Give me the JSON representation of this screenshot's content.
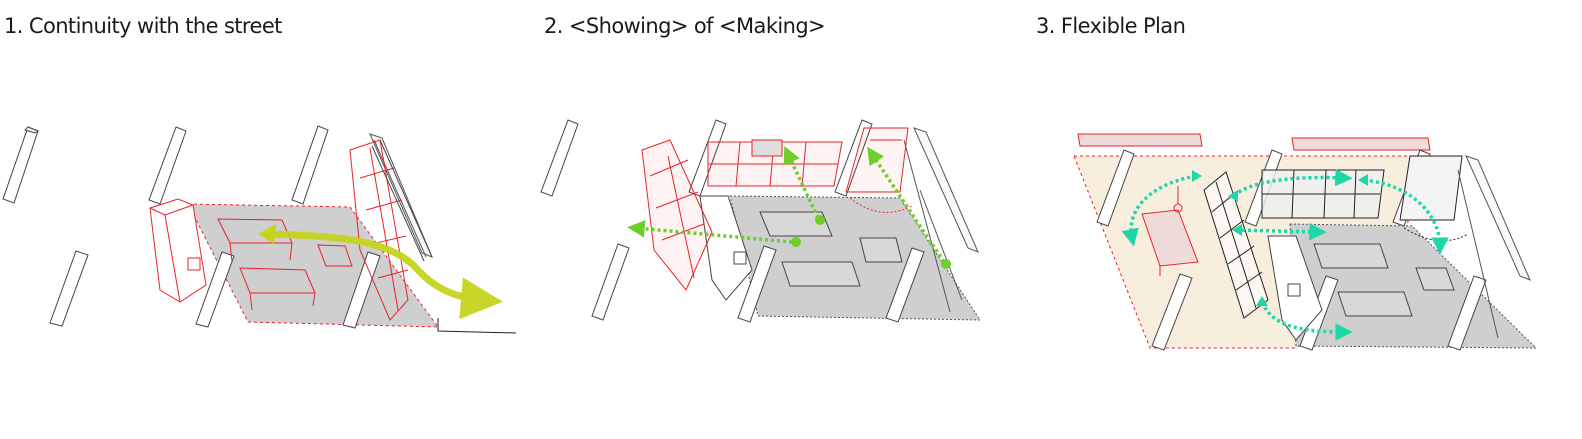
{
  "panels": [
    {
      "title": "1. Continuity with the street"
    },
    {
      "title": "2. <Showing> of <Making>"
    },
    {
      "title": "3. Flexible Plan"
    }
  ],
  "colors": {
    "floor": "#cfcfcf",
    "furniture_red": "#e8232a",
    "street_arrow": "#c6d41e",
    "path_green": "#6ccf2a",
    "flow_teal": "#1fd6a6",
    "zone_cream": "#f8eedd",
    "outline": "#333333"
  }
}
